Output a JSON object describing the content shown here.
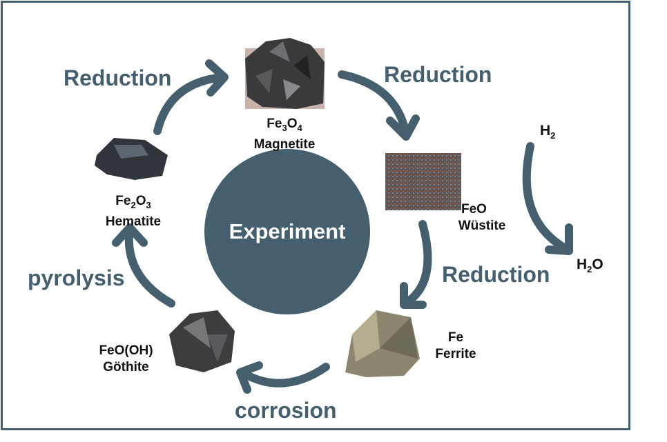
{
  "colors": {
    "accent": "#455f6e",
    "text": "#111111"
  },
  "center": {
    "label": "Experiment"
  },
  "process_labels": {
    "reduction_1": "Reduction",
    "reduction_2": "Reduction",
    "reduction_3": "Reduction",
    "corrosion": "corrosion",
    "pyrolysis": "pyrolysis"
  },
  "minerals": {
    "magnetite": {
      "formula_base": "Fe",
      "sub1": "3",
      "mid": "O",
      "sub2": "4",
      "name": "Magnetite"
    },
    "hematite": {
      "formula_base": "Fe",
      "sub1": "2",
      "mid": "O",
      "sub2": "3",
      "name": "Hematite"
    },
    "wustite": {
      "formula": "FeO",
      "name": "Wüstite"
    },
    "ferrite": {
      "formula": "Fe",
      "name": "Ferrite"
    },
    "goethite": {
      "formula": "FeO(OH)",
      "name": "Göthite"
    }
  },
  "gases": {
    "h2": {
      "base": "H",
      "sub": "2"
    },
    "h2o": {
      "base": "H",
      "sub": "2",
      "tail": "O"
    }
  }
}
